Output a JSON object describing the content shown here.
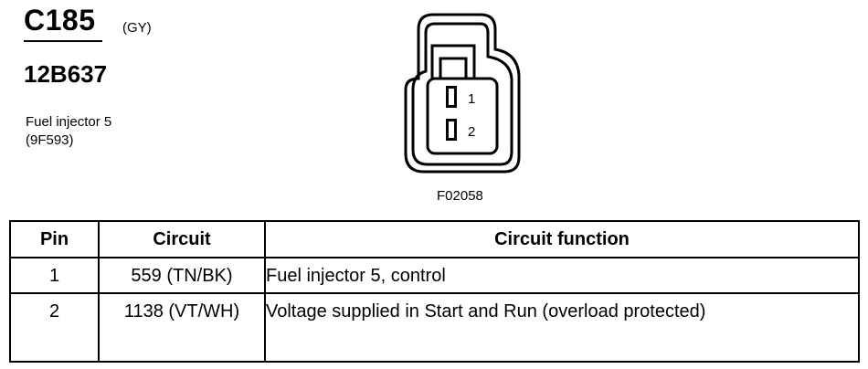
{
  "connector": {
    "id": "C185",
    "color_code": "(GY)",
    "part_number": "12B637",
    "description_lines": [
      "Fuel injector 5",
      "(9F593)"
    ],
    "figure_code": "F02058",
    "pin_labels": [
      "1",
      "2"
    ]
  },
  "table": {
    "headers": [
      "Pin",
      "Circuit",
      "Circuit function"
    ],
    "rows": [
      {
        "pin": "1",
        "circuit": "559 (TN/BK)",
        "function": "Fuel injector 5, control"
      },
      {
        "pin": "2",
        "circuit": "1138 (VT/WH)",
        "function": "Voltage supplied in Start and Run (overload protected)"
      }
    ]
  }
}
